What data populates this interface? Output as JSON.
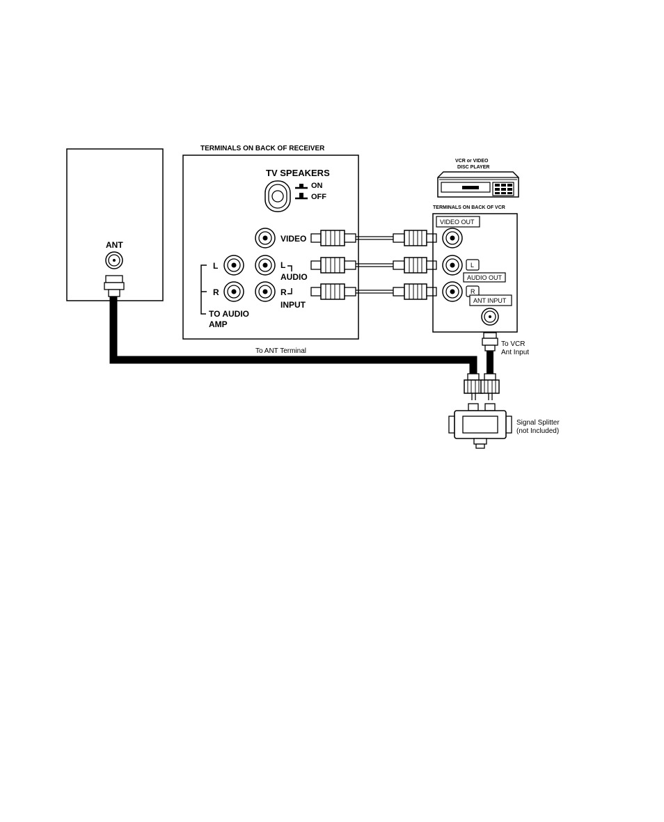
{
  "receiver": {
    "title": "TERMINALS ON BACK OF RECEIVER",
    "tv_speakers": "TV SPEAKERS",
    "on": "ON",
    "off": "OFF",
    "video": "VIDEO",
    "l": "L",
    "r": "R",
    "audio": "AUDIO",
    "input": "INPUT",
    "to_audio": "TO AUDIO",
    "amp": "AMP"
  },
  "tv": {
    "ant": "ANT"
  },
  "vcr": {
    "device_line1": "VCR or VIDEO",
    "device_line2": "DISC PLAYER",
    "panel_title": "TERMINALS ON BACK OF VCR",
    "video_out": "VIDEO OUT",
    "l": "L",
    "audio_out": "AUDIO OUT",
    "r": "R",
    "ant_input": "ANT INPUT",
    "to_vcr_line1": "To VCR",
    "to_vcr_line2": "Ant Input"
  },
  "cable": {
    "to_ant_terminal": "To ANT Terminal"
  },
  "splitter": {
    "line1": "Signal Splitter",
    "line2": "(not Included)"
  }
}
